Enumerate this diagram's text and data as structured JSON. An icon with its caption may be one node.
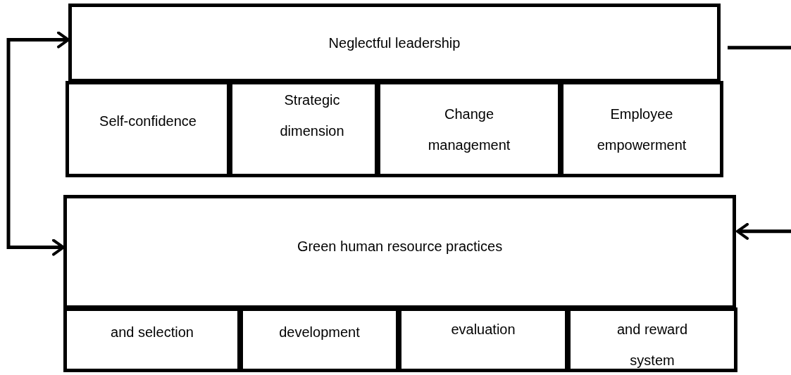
{
  "diagram": {
    "nodes": [
      {
        "text": [
          "Neglectful leadership"
        ]
      },
      {
        "text": [
          "Self-confidence"
        ]
      },
      {
        "text": [
          "Strategic dimension"
        ]
      },
      {
        "text": [
          "Change management"
        ]
      },
      {
        "text": [
          "Employee empowerment"
        ]
      },
      {
        "text": [
          "Green human resource practices"
        ]
      },
      {
        "text": [
          "and selection"
        ]
      },
      {
        "text": [
          "development"
        ]
      },
      {
        "text": [
          "evaluation"
        ]
      },
      {
        "text": [
          "and reward system"
        ]
      }
    ],
    "edges": [
      {
        "from": 0,
        "to": 5,
        "arrow": "both"
      },
      {
        "from": 0,
        "to": null,
        "arrow": "none"
      },
      {
        "from": null,
        "to": 5,
        "arrow": "to"
      }
    ]
  }
}
